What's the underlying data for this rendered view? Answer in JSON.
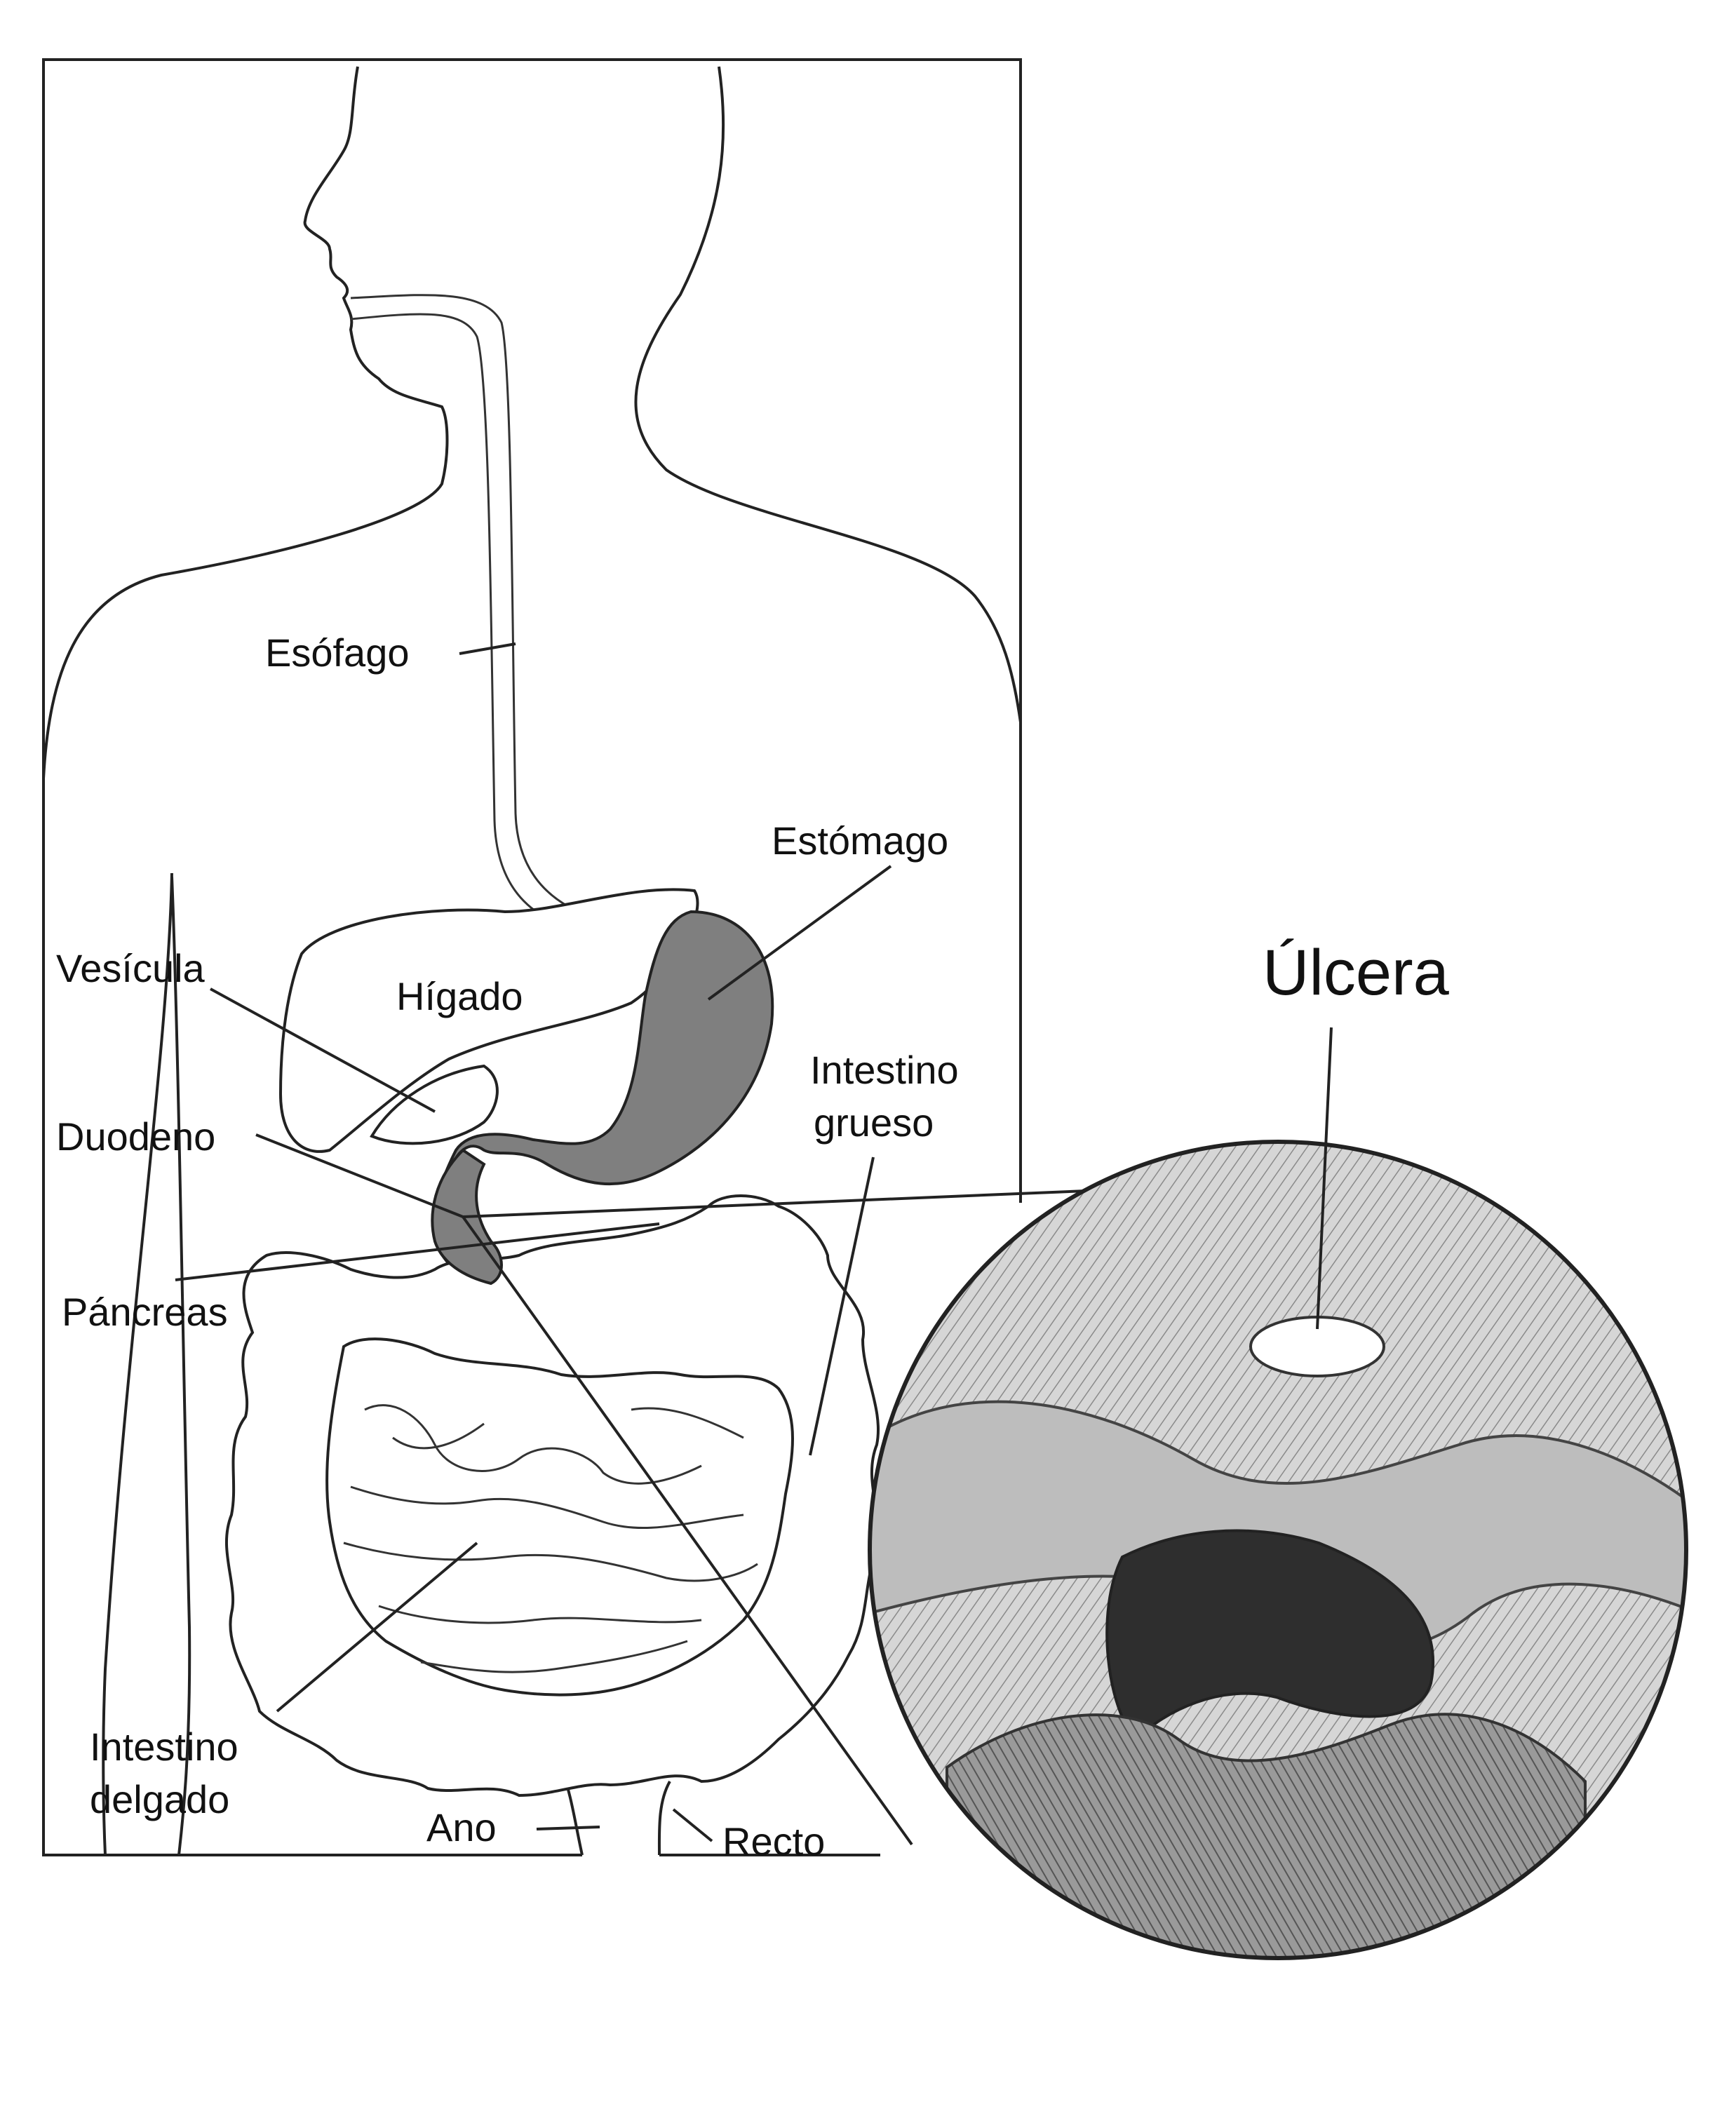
{
  "labels": {
    "esofago": "Esófago",
    "estomago": "Estómago",
    "vesicula": "Vesícula",
    "higado": "Hígado",
    "intestino_grueso_1": "Intestino",
    "intestino_grueso_2": "grueso",
    "duodeno": "Duodeno",
    "pancreas": "Páncreas",
    "intestino_delgado_1": "Intestino",
    "intestino_delgado_2": "delgado",
    "ano": "Ano",
    "recto": "Recto",
    "ulcera": "Úlcera"
  },
  "colors": {
    "stomach_fill": "#7f7f7f",
    "line": "#222222",
    "background": "#ffffff"
  }
}
